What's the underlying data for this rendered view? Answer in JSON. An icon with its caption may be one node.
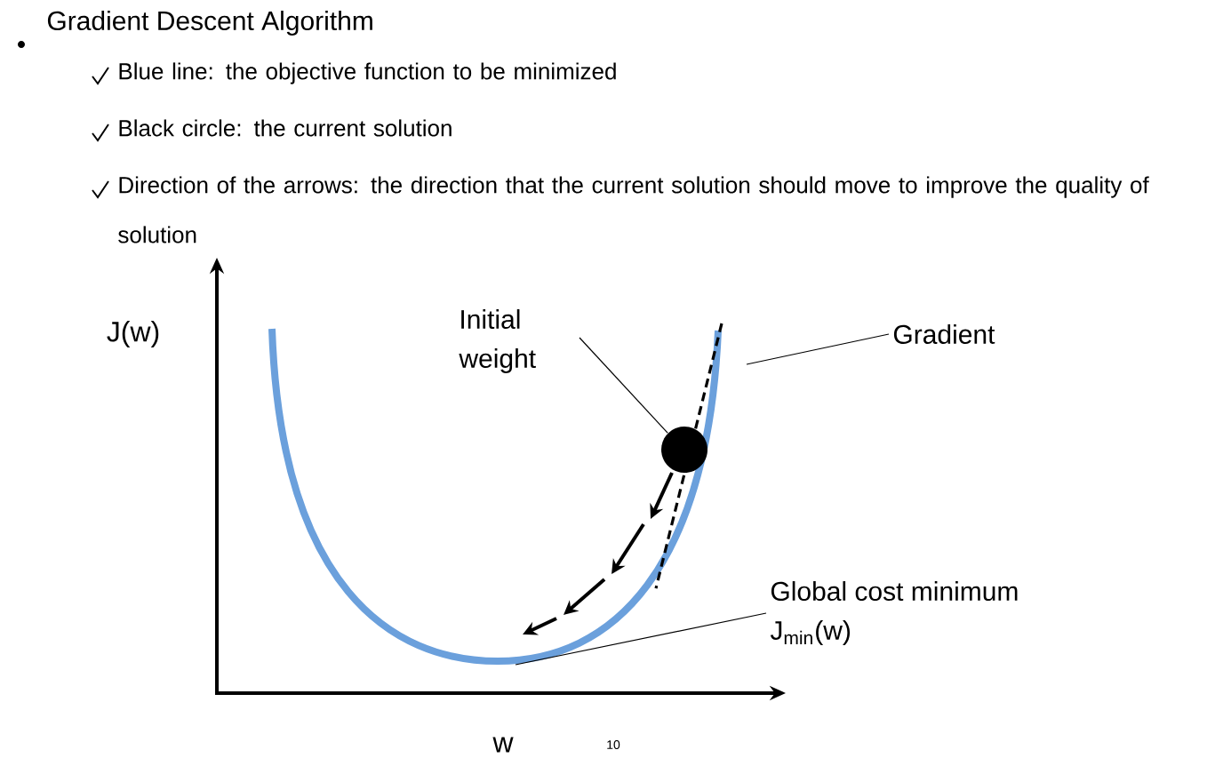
{
  "diagram": {
    "title": "Gradient Descent Algorithm",
    "nodes": [
      {
        "text": [
          "Initial weight"
        ]
      },
      {
        "text": [],
        "shape": "circle"
      },
      {
        "text": [
          "Gradient"
        ]
      },
      {
        "text": [
          "Global cost minimum",
          "J$_{min}$(w)"
        ]
      }
    ],
    "edges": [
      {
        "from": 0,
        "to": 1,
        "arrow": "none"
      },
      {
        "from": 2,
        "to": null,
        "arrow": "none"
      },
      {
        "from": 3,
        "to": null,
        "arrow": "none"
      }
    ],
    "labels": [
      "Blue line: the objective function to be minimized",
      "Black circle: the current solution",
      "Direction of the arrows: the direction that the current solution should move to improve the quality of solution",
      "J(w)",
      "w",
      "10"
    ]
  }
}
